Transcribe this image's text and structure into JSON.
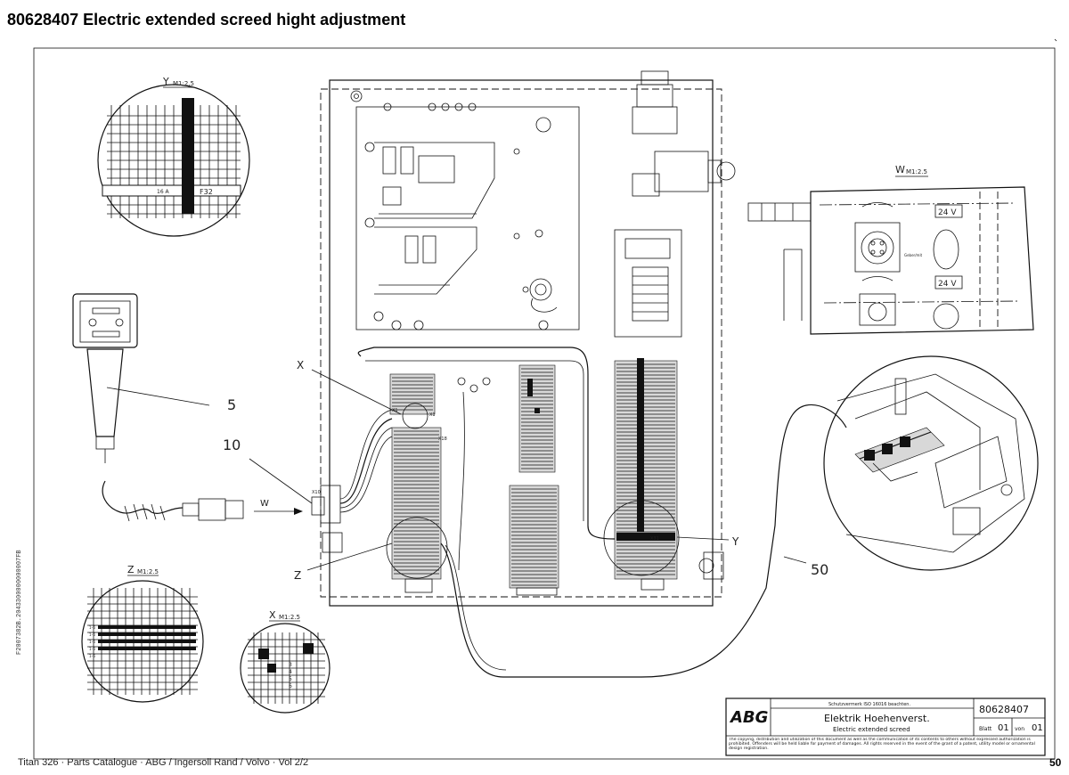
{
  "header": {
    "title": "80628407  Electric extended screed hight adjustment"
  },
  "callouts": {
    "y_detail": "Y",
    "y_scale": "M1:2.5",
    "w_detail": "W",
    "w_scale": "M1:2.5",
    "z_detail": "Z",
    "z_scale": "M1:2.5",
    "x_detail": "X",
    "x_scale": "M1:2.5",
    "x_pointer": "X",
    "z_pointer": "Z",
    "y_pointer": "Y",
    "w_arrow": "W",
    "item_5": "5",
    "item_10": "10",
    "item_50": "50",
    "fuse_label": "F32",
    "fuse_rating": "16 A",
    "voltage_top": "24 V",
    "voltage_bottom": "24 V",
    "connector_x1": "X1",
    "connector_x18": "X18",
    "connector_x10": "X10",
    "connector_x31": "X31",
    "sensor_label": "Geber/mit",
    "x_rows": [
      "3",
      "4",
      "5",
      "6"
    ],
    "z_rows": [
      "1–6",
      "1–6",
      "1–6",
      "1–6",
      "1–6"
    ]
  },
  "title_block": {
    "logo": "ABG",
    "protection_note": "Schutzvermerk ISO 16016 beachten.",
    "title_de": "Elektrik Hoehenverst.",
    "title_en": "Electric extended screed",
    "part_number": "80628407",
    "sheet_label": "Blatt",
    "sheet_number": "01",
    "of_label": "von",
    "sheet_total": "01",
    "legal_text": "The copying, distribution and utilization of this document as well as the communication of its contents to others without expressed authorization is prohibited. Offenders will be held liable for payment of damages. All rights reserved in the event of the grant of a patent, utility model or ornamental design registration."
  },
  "footer": {
    "text": "Titan 326  ·  Parts Catalogue  ·  ABG / Ingersoll Rand / Volvo  ·  Vol 2/2",
    "page_number": "50",
    "side_code": "F2007382B.2043300000000007FB"
  }
}
